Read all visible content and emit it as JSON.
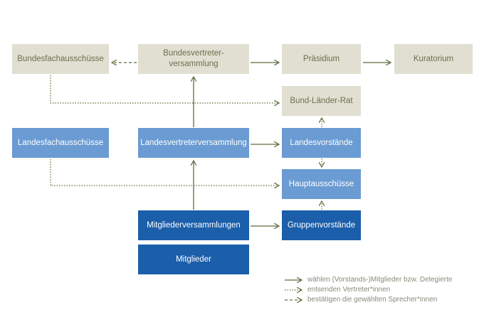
{
  "nodes": {
    "bundesfachausschuesse": "Bundesfachausschüsse",
    "bundesvertreterversammlung_line1": "Bundesvertreter-",
    "bundesvertreterversammlung_line2": "versammlung",
    "praesidium": "Präsidium",
    "kuratorium": "Kuratorium",
    "bund_laender_rat": "Bund-Länder-Rat",
    "landesfachausschuesse": "Landesfachausschüsse",
    "landesvertreterversammlung": "Landesvertreterversammlung",
    "landesvorstaende": "Landesvorstände",
    "hauptausschuesse": "Hauptausschüsse",
    "mitgliederversammlungen": "Mitgliederversammlungen",
    "gruppenvorstaende": "Gruppenvorstände",
    "mitglieder": "Mitglieder"
  },
  "legend": {
    "solid": "wählen (Vorstands-)Mitglieder bzw. Delegierte",
    "dotted": "entsenden Vertreter*innen",
    "dashed": "bestätigen die gewählten Sprecher*innen"
  },
  "colors": {
    "beige_box": "#e0dfd1",
    "beige_text": "#6f6e4e",
    "light_blue_box": "#6a9bd2",
    "dark_blue_box": "#1b5eaa",
    "arrow": "#5e6b3a"
  }
}
